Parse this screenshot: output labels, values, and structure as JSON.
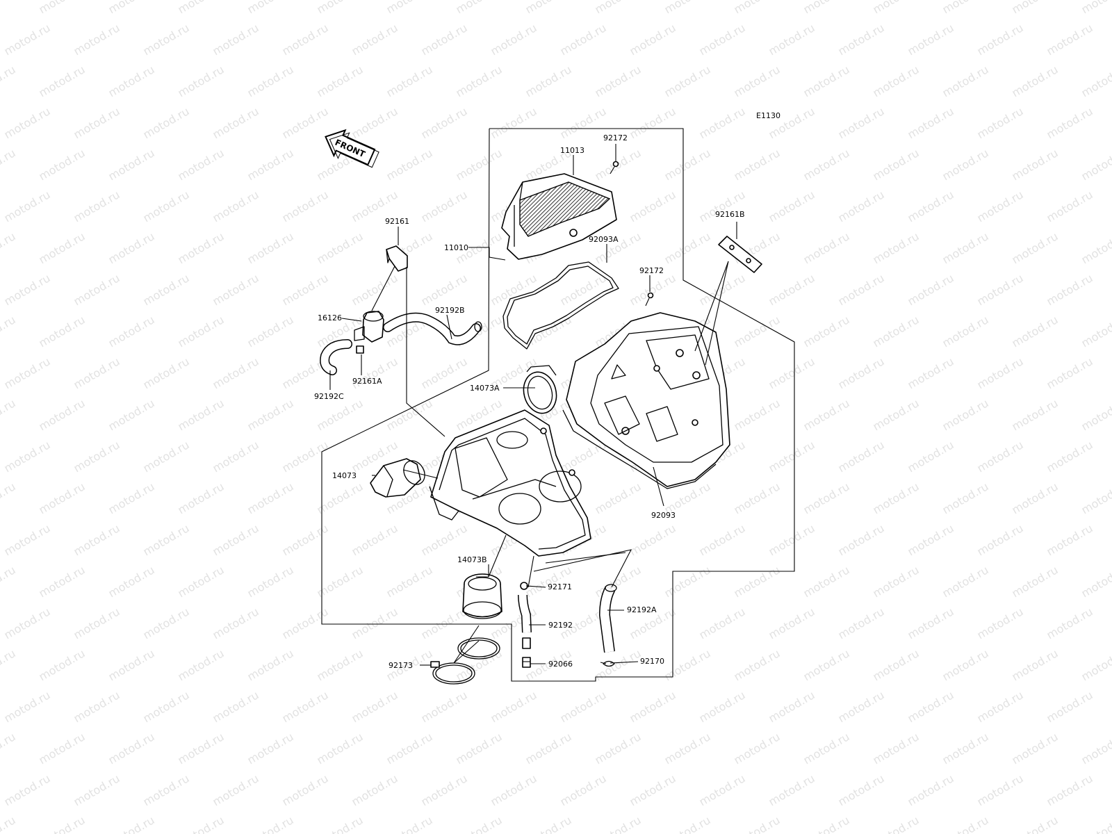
{
  "diagram": {
    "code": "E1130",
    "front_label": "FRONT",
    "watermark": "motod.ru",
    "colors": {
      "line": "#000000",
      "watermark": "#e2e2e2",
      "background": "#ffffff"
    },
    "callouts": [
      {
        "id": "92172a",
        "text": "92172"
      },
      {
        "id": "11013",
        "text": "11013"
      },
      {
        "id": "11010",
        "text": "11010"
      },
      {
        "id": "92093a",
        "text": "92093A"
      },
      {
        "id": "92172b",
        "text": "92172"
      },
      {
        "id": "92161b",
        "text": "92161B"
      },
      {
        "id": "92161",
        "text": "92161"
      },
      {
        "id": "16126",
        "text": "16126"
      },
      {
        "id": "92192b",
        "text": "92192B"
      },
      {
        "id": "92161a",
        "text": "92161A"
      },
      {
        "id": "92192c",
        "text": "92192C"
      },
      {
        "id": "14073a",
        "text": "14073A"
      },
      {
        "id": "14073",
        "text": "14073"
      },
      {
        "id": "92093",
        "text": "92093"
      },
      {
        "id": "14073b",
        "text": "14073B"
      },
      {
        "id": "92171",
        "text": "92171"
      },
      {
        "id": "92192a",
        "text": "92192A"
      },
      {
        "id": "92192",
        "text": "92192"
      },
      {
        "id": "92066",
        "text": "92066"
      },
      {
        "id": "92170",
        "text": "92170"
      },
      {
        "id": "92173",
        "text": "92173"
      }
    ]
  }
}
